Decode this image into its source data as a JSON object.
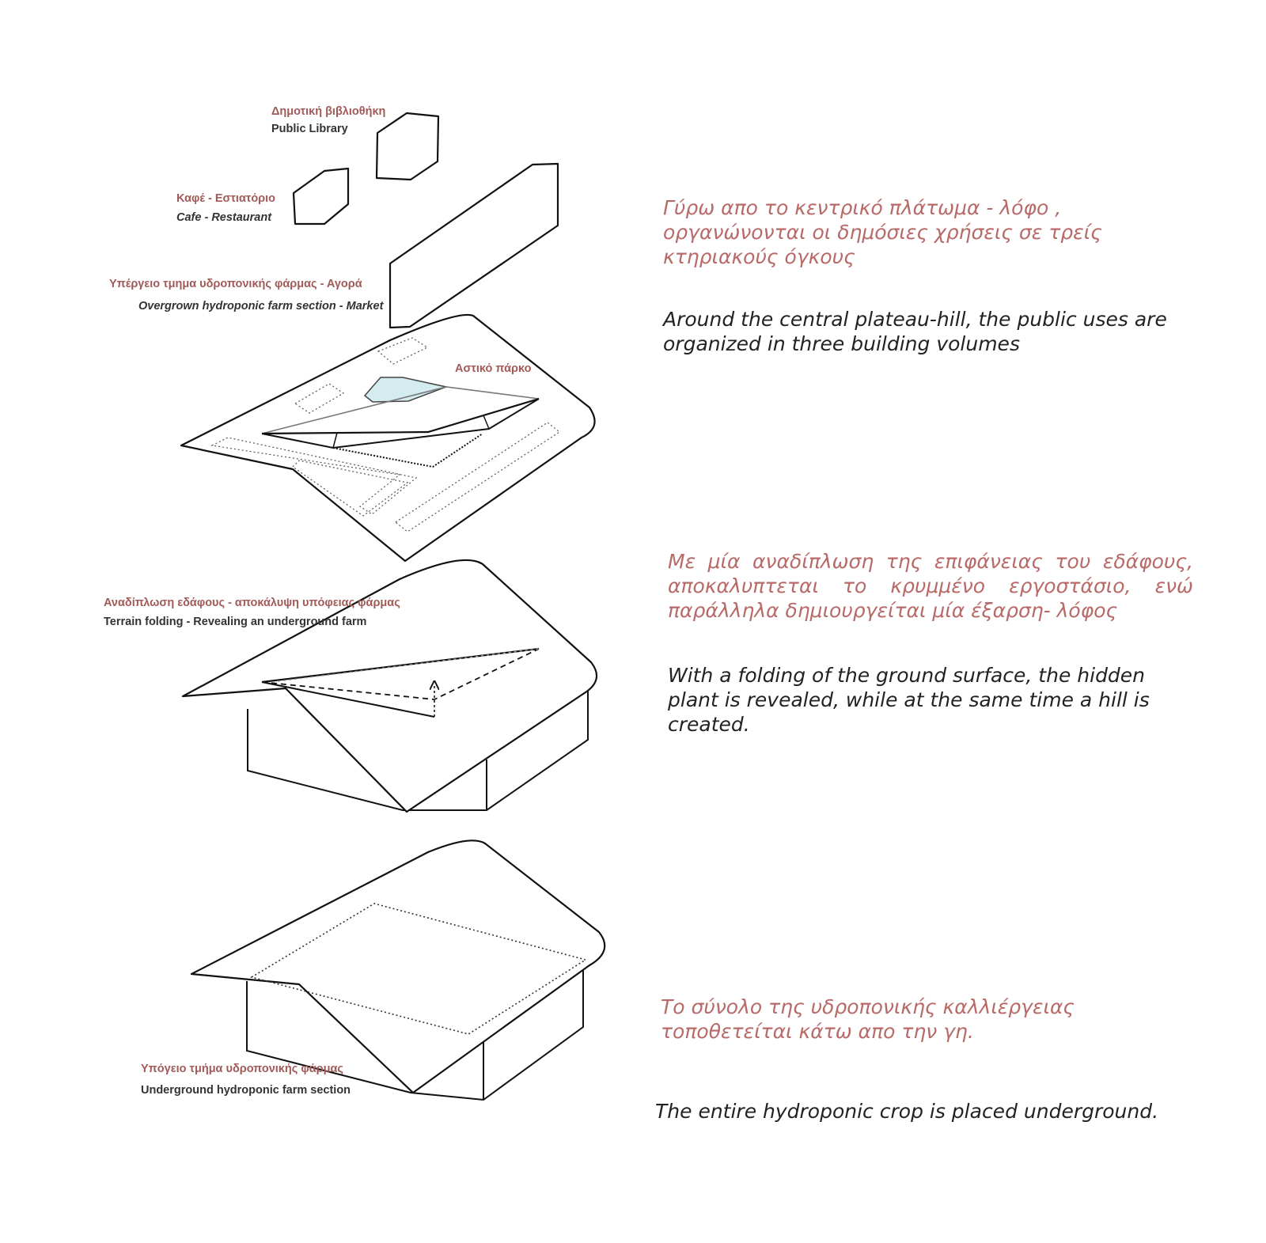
{
  "colors": {
    "greek_label": "#a05a58",
    "greek_text": "#b86a68",
    "english_text": "#222222",
    "park_fill": "#d4ecef"
  },
  "labels": {
    "library_gr": "Δημοτική βιβλιοθήκη",
    "library_en": "Public Library",
    "cafe_gr": "Καφέ - Εστιατόριο",
    "cafe_en": "Cafe - Restaurant",
    "market_gr": "Υπέργειο τμημα υδροπονικής φάρμας - Αγορά",
    "market_en": "Overgrown hydroponic farm section - Market",
    "park_gr": "Αστικό πάρκο",
    "folding_gr": "Αναδίπλωση εδάφους - αποκάλυψη υπόφειας φάρμας",
    "folding_en": "Terrain folding - Revealing an underground farm",
    "underground_gr": "Υπόγειο τμήμα υδροπονικής φάρμας",
    "underground_en": "Underground hydroponic farm section"
  },
  "texts": {
    "block1_gr": "Γύρω απο το κεντρικό πλάτωμα - λόφο , οργανώνονται οι δημόσιες χρήσεις σε τρείς κτηριακούς όγκους",
    "block1_en": "Around the central plateau-hill, the public uses are organized in three building volumes",
    "block2_gr": "Με μία αναδίπλωση της επιφάνειας του εδάφους, αποκαλυπτεται το κρυμμένο εργοστάσιο, ενώ παράλληλα δημιουργείται μία έξαρση- λόφος",
    "block2_en": "With a folding of the ground surface, the hidden plant is revealed, while at the same time a hill is created.",
    "block3_gr": "Το σύνολο της υδροπονικής καλλιέργειας τοποθετείται κάτω απο την γη.",
    "block3_en": "The entire hydroponic crop is placed underground."
  }
}
